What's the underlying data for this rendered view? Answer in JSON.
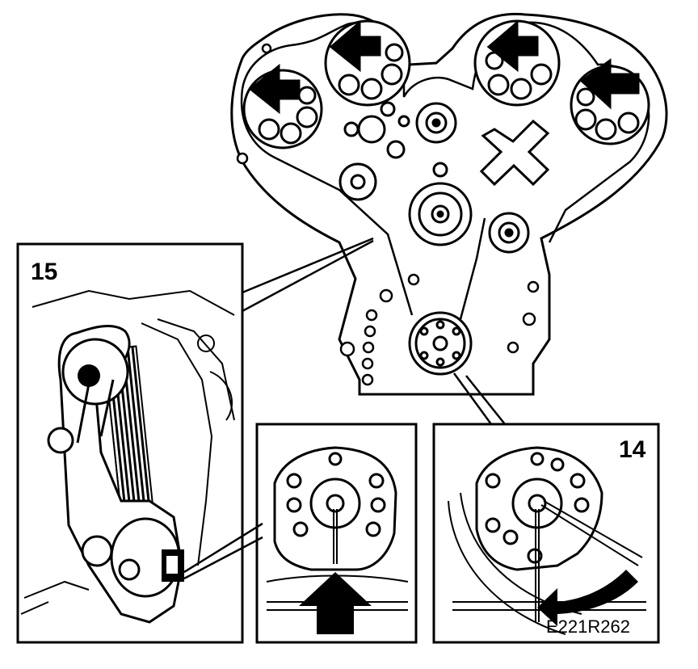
{
  "labels": {
    "callout_15": "15",
    "callout_14": "14",
    "figure_code": "E221R262"
  }
}
